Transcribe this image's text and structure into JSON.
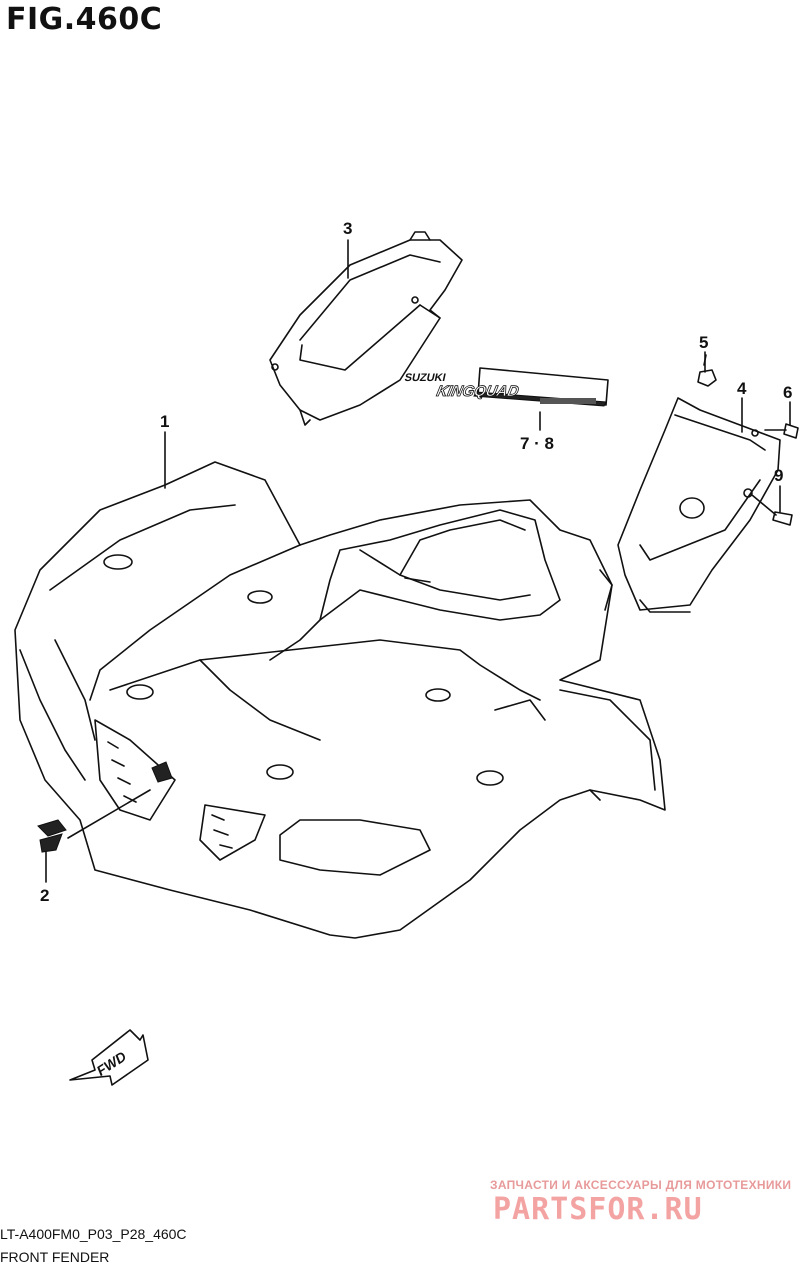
{
  "figure": {
    "title": "FIG.460C",
    "code": "LT-A400FM0_P03_P28_460C",
    "caption": "FRONT FENDER"
  },
  "callouts": {
    "c1": "1",
    "c2": "2",
    "c3": "3",
    "c4": "4",
    "c5": "5",
    "c6": "6",
    "c78": "7 · 8",
    "c9": "9"
  },
  "decal": {
    "brand": "SUZUKI",
    "model": "KINGQUAD"
  },
  "arrow": {
    "label": "FWD"
  },
  "watermark": {
    "tagline": "ЗАПЧАСТИ И АКСЕССУАРЫ ДЛЯ МОТОТЕХНИКИ",
    "logo": "PARTSFOR.RU"
  }
}
